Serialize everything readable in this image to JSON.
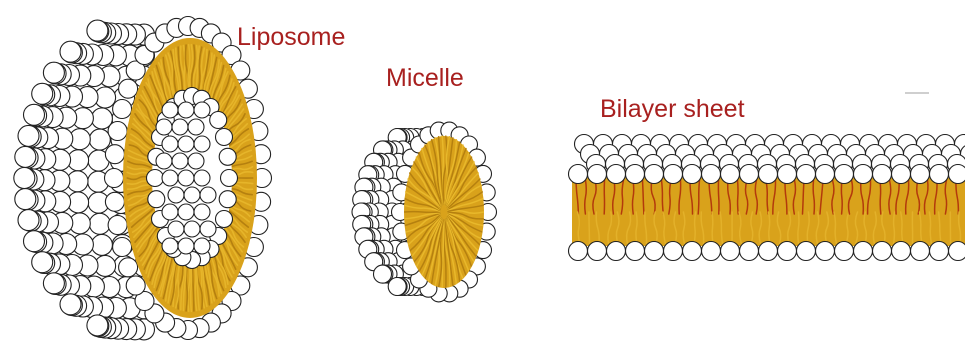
{
  "labels": {
    "liposome": "Liposome",
    "micelle": "Micelle",
    "bilayer": "Bilayer sheet"
  },
  "colors": {
    "label": "#a8201f",
    "tail": "#d9a21b",
    "tail_dark": "#b5800f",
    "tail_red": "#b33a0c",
    "head_fill": "#ffffff",
    "head_stroke": "#222222"
  }
}
